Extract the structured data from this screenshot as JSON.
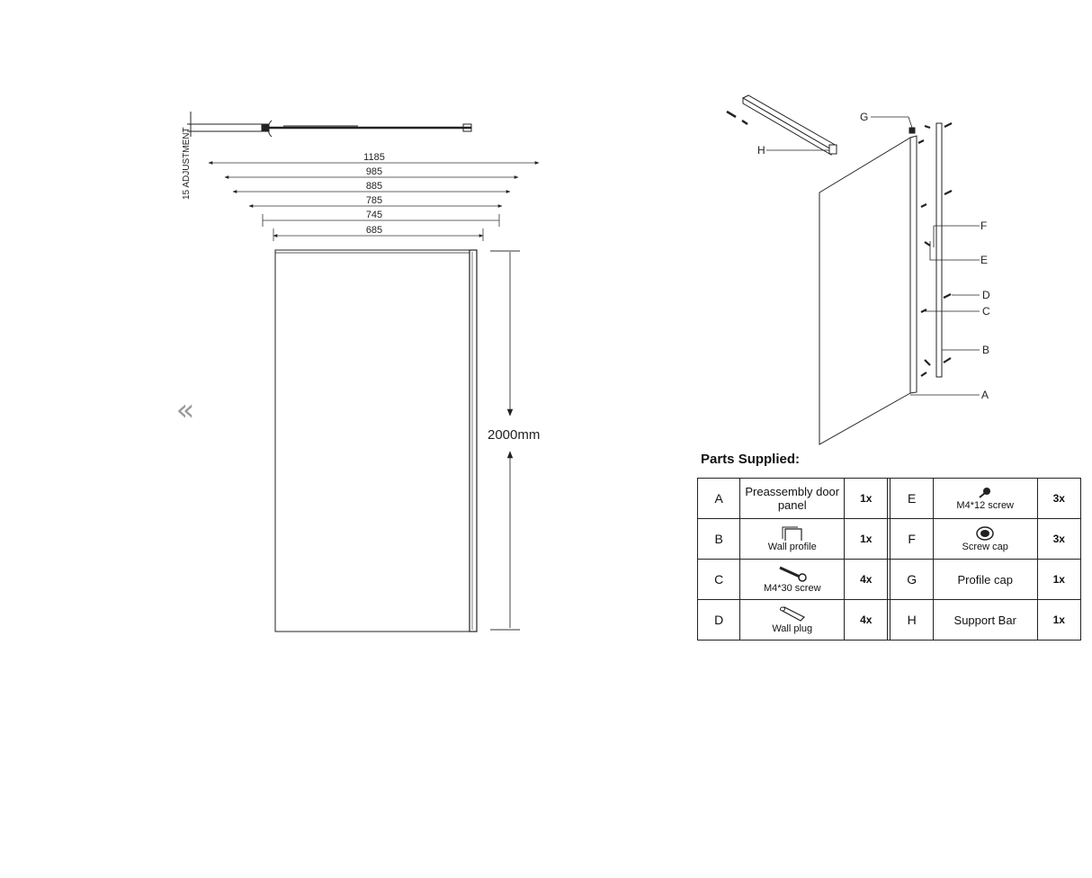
{
  "navigation": {
    "prev_label": "«"
  },
  "left_drawing": {
    "adjustment_label": "15 ADJUSTMENT",
    "widths": [
      "1185",
      "985",
      "885",
      "785",
      "745",
      "685"
    ],
    "height_label": "2000mm"
  },
  "right_drawing": {
    "callouts": [
      "G",
      "H",
      "F",
      "E",
      "D",
      "C",
      "B",
      "A"
    ]
  },
  "parts": {
    "title": "Parts Supplied:",
    "rows": [
      {
        "left": {
          "code": "A",
          "desc": "Preassembly door panel",
          "qty": "1x"
        },
        "right": {
          "code": "E",
          "desc": "M4*12  screw",
          "qty": "3x"
        }
      },
      {
        "left": {
          "code": "B",
          "desc": "Wall profile",
          "qty": "1x"
        },
        "right": {
          "code": "F",
          "desc": "Screw cap",
          "qty": "3x"
        }
      },
      {
        "left": {
          "code": "C",
          "desc": "M4*30  screw",
          "qty": "4x"
        },
        "right": {
          "code": "G",
          "desc": "Profile cap",
          "qty": "1x"
        }
      },
      {
        "left": {
          "code": "D",
          "desc": "Wall plug",
          "qty": "4x"
        },
        "right": {
          "code": "H",
          "desc": "Support Bar",
          "qty": "1x"
        }
      }
    ]
  }
}
